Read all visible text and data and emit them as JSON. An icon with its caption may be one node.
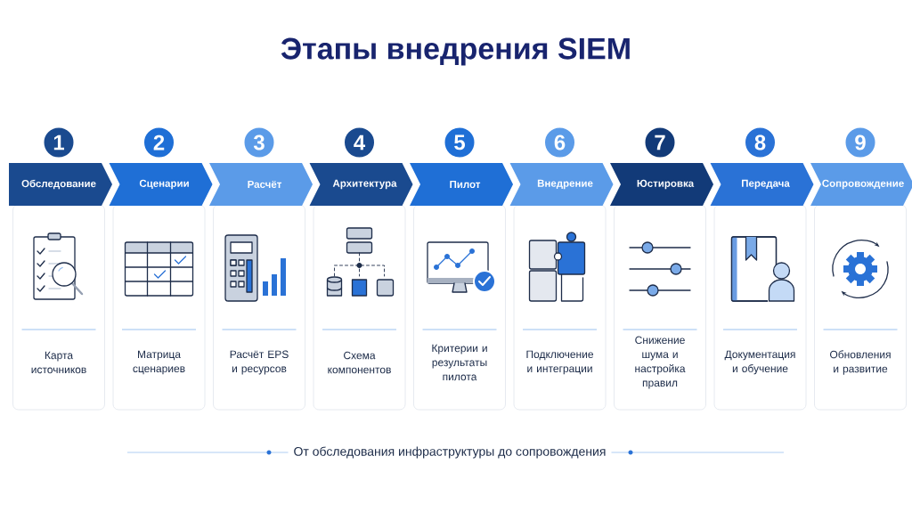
{
  "diagram": {
    "title": "Этапы внедрения SIEM",
    "caption": "От обследования инфраструктуры до сопровождения",
    "nodes": [
      {
        "text": [
          "1"
        ]
      },
      {
        "text": [
          "Обследование"
        ]
      },
      {
        "text": [
          "Карта источников"
        ]
      },
      {
        "text": [
          "2"
        ]
      },
      {
        "text": [
          "Сценарии"
        ]
      },
      {
        "text": [
          "Матрица сценариев"
        ]
      },
      {
        "text": [
          "3"
        ]
      },
      {
        "text": [
          "Расчёт"
        ]
      },
      {
        "text": [
          "Расчёт EPS и ресурсов"
        ]
      },
      {
        "text": [
          "4"
        ]
      },
      {
        "text": [
          "Архитектура"
        ]
      },
      {
        "text": [
          "Схема компонентов"
        ]
      },
      {
        "text": [
          "5"
        ]
      },
      {
        "text": [
          "Пилот"
        ]
      },
      {
        "text": [
          "Критерии и результаты пилота"
        ]
      },
      {
        "text": [
          "6"
        ]
      },
      {
        "text": [
          "Внедрение"
        ]
      },
      {
        "text": [
          "Подключение и интеграции"
        ]
      },
      {
        "text": [
          "7"
        ]
      },
      {
        "text": [
          "Юстировка"
        ]
      },
      {
        "text": [
          "Снижение шума и настройка правил"
        ]
      },
      {
        "text": [
          "8"
        ]
      },
      {
        "text": [
          "Передача"
        ]
      },
      {
        "text": [
          "Документация и обучение"
        ]
      },
      {
        "text": [
          "9"
        ]
      },
      {
        "text": [
          "Сопровождение"
        ]
      },
      {
        "text": [
          "Обновления и развитие"
        ]
      }
    ]
  }
}
